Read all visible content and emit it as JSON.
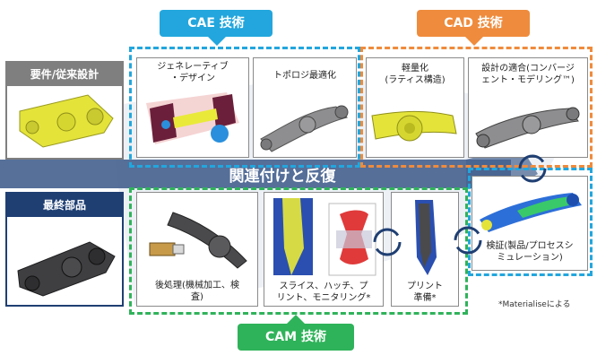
{
  "tabs": {
    "cae": "CAE 技術",
    "cad": "CAD 技術",
    "cam": "CAM 技術"
  },
  "left_panels": {
    "requirements": "要件/従来設計",
    "final_part": "最終部品"
  },
  "cae_cards": [
    {
      "title_line1": "ジェネレーティブ",
      "title_line2": "・デザイン"
    },
    {
      "title_line1": "トポロジ最適化",
      "title_line2": ""
    }
  ],
  "cad_cards": [
    {
      "title_line1": "軽量化",
      "title_line2": "(ラティス構造)"
    },
    {
      "title_line1": "設計の適合(コンバージ",
      "title_line2": "ェント・モデリング™)"
    }
  ],
  "band_label": "関連付けと反復",
  "cam_cards": [
    {
      "title_line1": "後処理(機械加工、検",
      "title_line2": "査)"
    },
    {
      "title_line1": "スライス、ハッチ、プ",
      "title_line2": "リント、モニタリング*"
    },
    {
      "title_line1": "プリント",
      "title_line2": "準備*"
    }
  ],
  "verify_card": {
    "title_line1": "検証(製品/プロセスシ",
    "title_line2": "ミュレーション)"
  },
  "credit": "*Materialiseによる",
  "colors": {
    "cae": "#22a6dd",
    "cad": "#ef8b3c",
    "cam": "#2fb35a",
    "band": "#44618f",
    "requirements_header": "#7f7f7f",
    "final_header": "#1f3f73",
    "part_yellow": "#e9e93a"
  }
}
